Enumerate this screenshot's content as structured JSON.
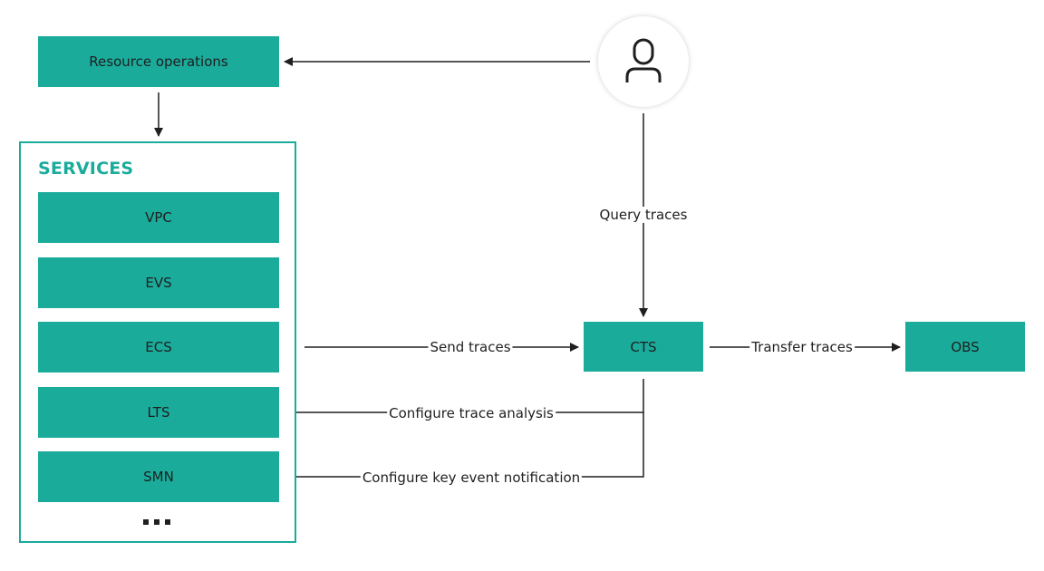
{
  "colors": {
    "box_fill": "#1aab9b",
    "frame_border": "#1aab9b",
    "arrow": "#1f1f1f",
    "text": "#1f1f1f"
  },
  "nodes": {
    "resource_operations": "Resource operations",
    "services_title": "SERVICES",
    "services": [
      "VPC",
      "EVS",
      "ECS",
      "LTS",
      "SMN"
    ],
    "cts": "CTS",
    "obs": "OBS",
    "user_icon": "user-icon"
  },
  "edges": {
    "query_traces": "Query traces",
    "send_traces": "Send traces",
    "transfer_traces": "Transfer traces",
    "configure_trace_analysis": "Configure trace analysis",
    "configure_key_event_notification": "Configure key event notification"
  }
}
